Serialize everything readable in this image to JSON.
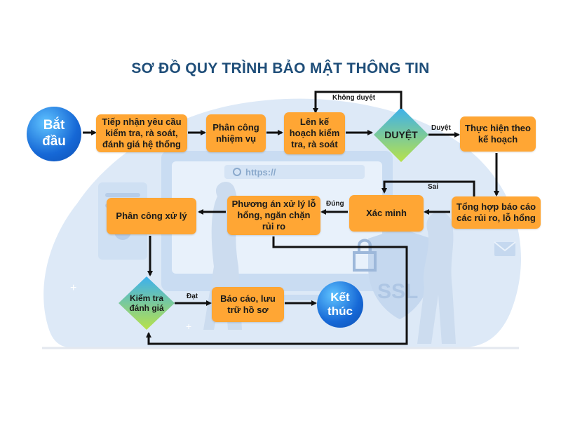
{
  "title": "SƠ ĐỒ QUY TRÌNH BẢO MẬT THÔNG TIN",
  "background": {
    "url_text": "https://",
    "badge_text": "SSL"
  },
  "nodes": {
    "start": "Bắt\nđầu",
    "receive": "Tiếp nhận yêu cầu\nkiểm tra, rà soát,\nđánh giá hệ thống",
    "assign": "Phân công\nnhiệm vụ",
    "plan": "Lên kế\nhoạch kiểm\ntra, rà soát",
    "approve": "DUYỆT",
    "execute": "Thực hiện theo\nkế hoạch",
    "summarize": "Tổng hợp báo cáo\ncác rủi ro, lỗ hổng",
    "verify": "Xác minh",
    "remedy": "Phương án xử lý lỗ\nhổng, ngăn chặn\nrủi ro",
    "assign_handle": "Phân công xử lý",
    "evaluate": "Kiểm tra\nđánh giá",
    "report": "Báo cáo, lưu\ntrữ hồ sơ",
    "end": "Kết\nthúc"
  },
  "edge_labels": {
    "not_approved": "Không duyệt",
    "approved": "Duyệt",
    "wrong": "Sai",
    "correct": "Đúng",
    "passed": "Đạt"
  },
  "colors": {
    "box": "#ffa634",
    "title": "#1f4e79",
    "circle": "#1668d6",
    "diamond_top": "#46b8e8",
    "diamond_bottom": "#b5e04a",
    "arrow": "#111111",
    "background_shape": "#dbe9f8"
  }
}
